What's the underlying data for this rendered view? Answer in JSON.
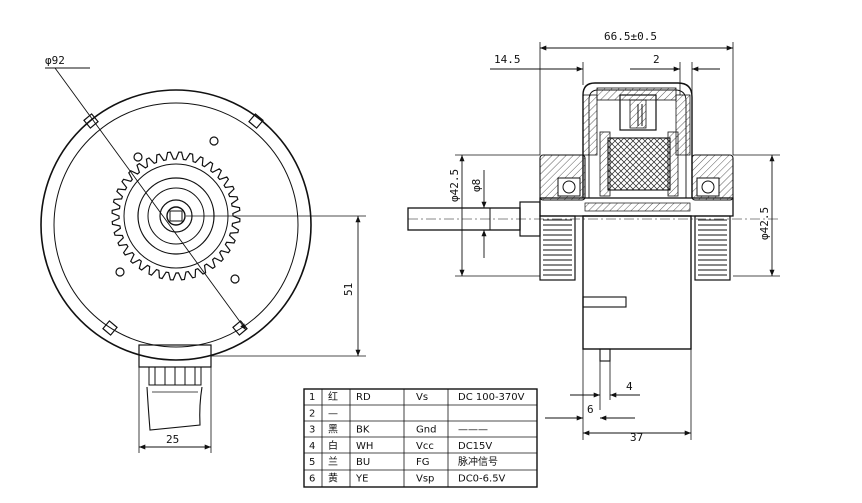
{
  "front_view": {
    "diameter_label": "φ92",
    "height_label": "51",
    "connector_width_label": "25"
  },
  "side_view": {
    "overall_length_label": "66.5±0.5",
    "shaft_offset_label": "14.5",
    "gap_label": "2",
    "flange_diameter_left_label": "φ42.5",
    "shaft_diameter_label": "φ8",
    "flange_diameter_right_label": "φ42.5",
    "pin_width_label": "4",
    "pin_offset_label": "6",
    "body_length_label": "37"
  },
  "pin_table": {
    "rows": [
      {
        "num": "1",
        "color_cn": "红",
        "color_code": "RD",
        "signal": "Vs",
        "spec": "DC 100-370V"
      },
      {
        "num": "2",
        "color_cn": "—",
        "color_code": "",
        "signal": "",
        "spec": ""
      },
      {
        "num": "3",
        "color_cn": "黑",
        "color_code": "BK",
        "signal": "Gnd",
        "spec": "———"
      },
      {
        "num": "4",
        "color_cn": "白",
        "color_code": "WH",
        "signal": "Vcc",
        "spec": "DC15V"
      },
      {
        "num": "5",
        "color_cn": "兰",
        "color_code": "BU",
        "signal": "FG",
        "spec": "脉冲信号"
      },
      {
        "num": "6",
        "color_cn": "黄",
        "color_code": "YE",
        "signal": "Vsp",
        "spec": "DC0-6.5V"
      }
    ]
  }
}
